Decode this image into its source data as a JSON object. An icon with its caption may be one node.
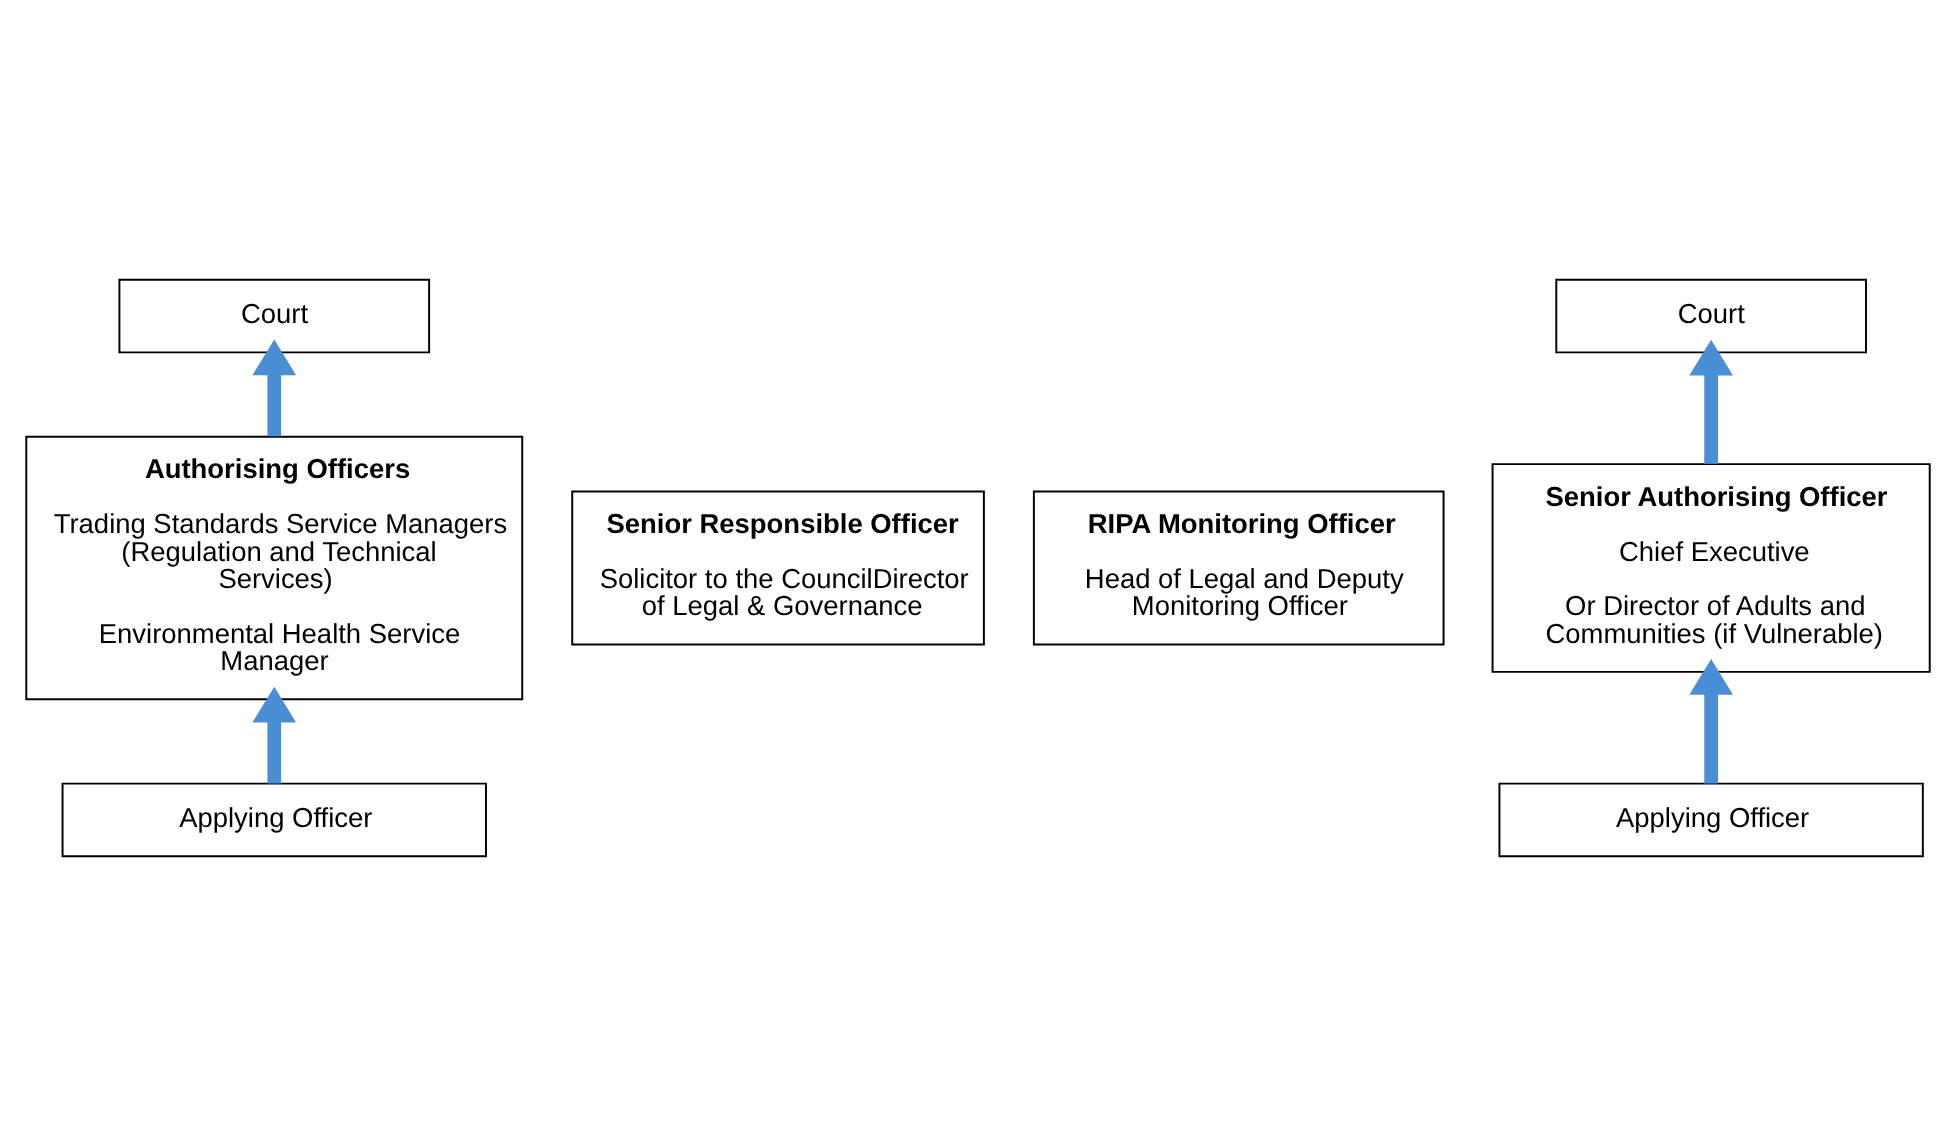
{
  "diagram": {
    "nodes": [
      {
        "text": [
          "Court"
        ]
      },
      {
        "text": [
          "Court"
        ]
      },
      {
        "text": [
          "Authorising Officers",
          "Trading Standards Service Managers (Regulation and Technical Services)",
          "Environmental Health Service Manager"
        ]
      },
      {
        "text": [
          "Senior Responsible Officer",
          "Solicitor to the CouncilDirector of Legal & Governance"
        ]
      },
      {
        "text": [
          "Senior Authorising Officer",
          "Chief Executive",
          "Or Director of Adults and Communities (if Vulnerable)"
        ]
      },
      {
        "text": [
          "RIPA Monitoring Officer",
          "Head of Legal and Deputy Monitoring Officer"
        ]
      },
      {
        "text": [
          "Applying Officer"
        ]
      },
      {
        "text": [
          "Applying Officer"
        ]
      }
    ],
    "edges": [
      {
        "from": 6,
        "to": 2,
        "arrow": "to"
      },
      {
        "from": 2,
        "to": 0,
        "arrow": "to"
      },
      {
        "from": 7,
        "to": 4,
        "arrow": "to"
      },
      {
        "from": 4,
        "to": 1,
        "arrow": "to"
      }
    ]
  }
}
